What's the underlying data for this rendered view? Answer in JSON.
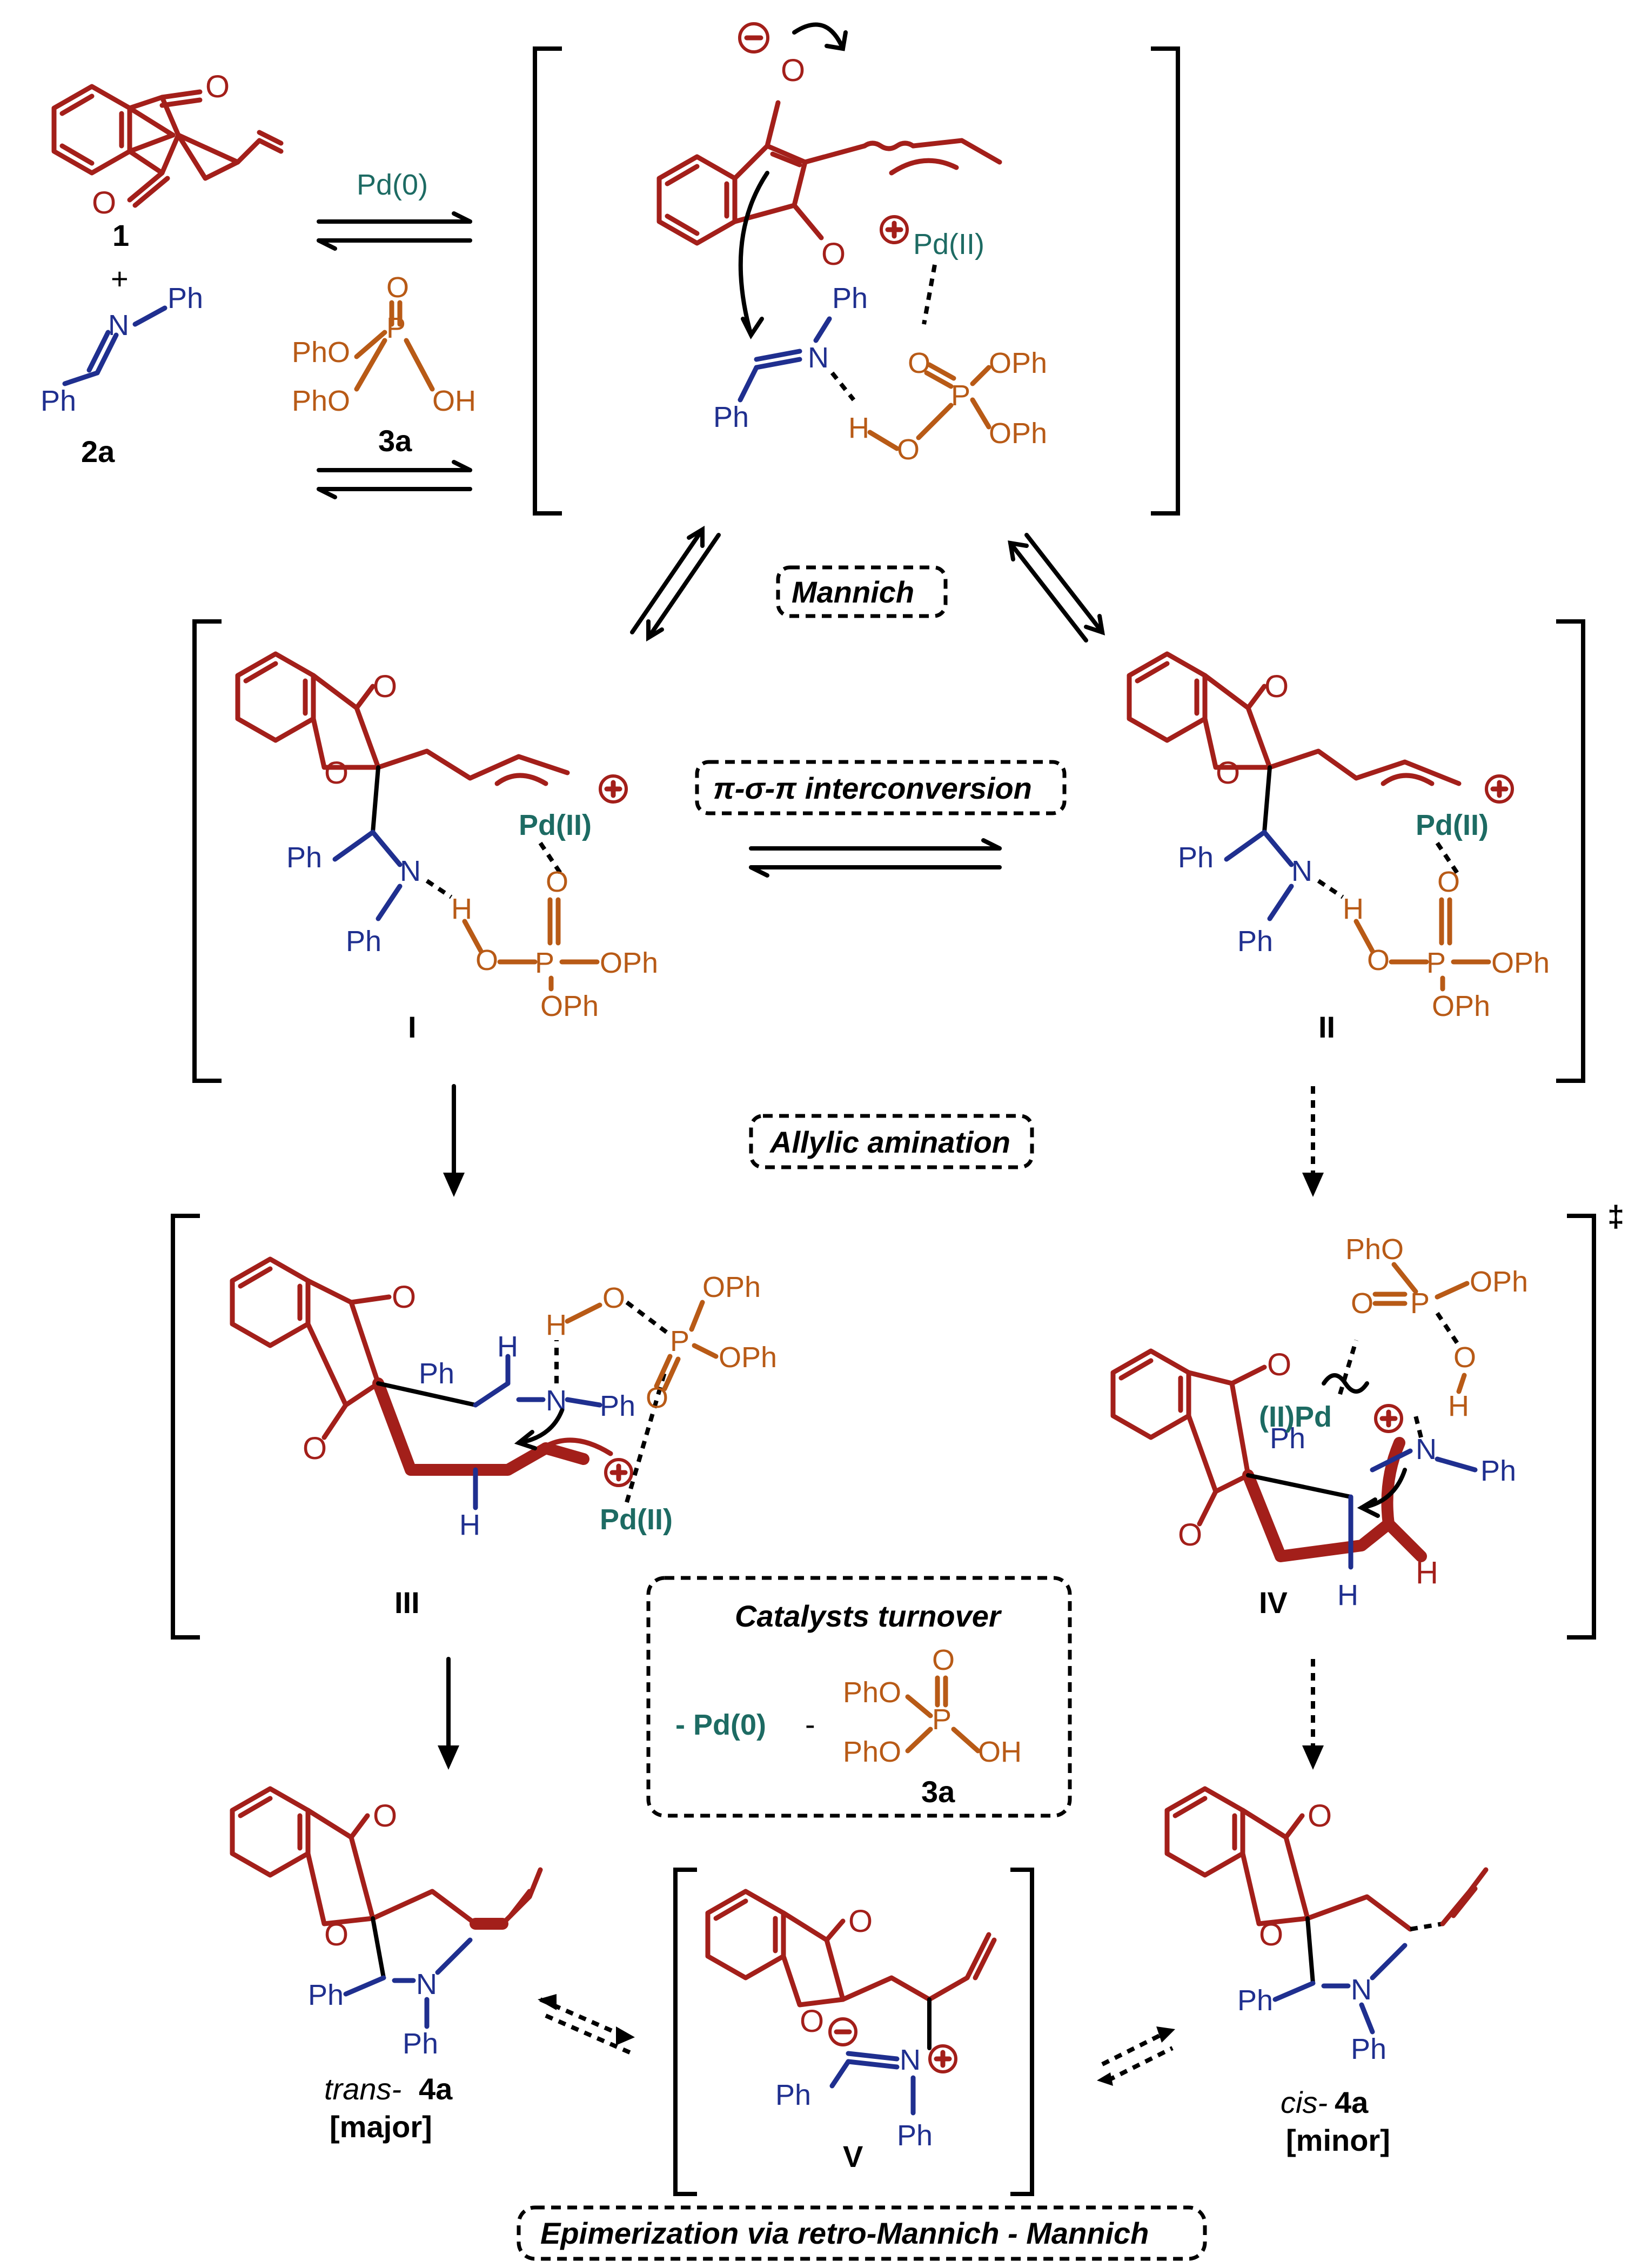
{
  "reagents": {
    "catalyst": "Pd(0)",
    "acid_label": "3a",
    "compound_1": "1",
    "compound_2a": "2a",
    "plus": "+"
  },
  "atoms": {
    "O": "O",
    "N": "N",
    "P": "P",
    "H": "H",
    "Ph": "Ph",
    "PhO": "PhO",
    "OPh": "OPh",
    "OH": "OH",
    "PdII": "Pd(II)",
    "PdII_alt": "(II)Pd"
  },
  "steps": {
    "mannich": "Mannich",
    "interconversion": "π-σ-π interconversion",
    "allylic_amination": "Allylic amination",
    "turnover_title": "Catalysts turnover",
    "turnover_pd": "- Pd(0)",
    "turnover_dash": "-",
    "turnover_acid_label": "3a",
    "epimerization": "Epimerization via retro-Mannich - Mannich"
  },
  "intermediates": {
    "I": "I",
    "II": "II",
    "III": "III",
    "IV": "IV",
    "V": "V",
    "ts_mark": "‡"
  },
  "products": {
    "trans_prefix": "trans-",
    "trans_label": "4a",
    "trans_note": "[major]",
    "cis_prefix": "cis-",
    "cis_label": "4a",
    "cis_note": "[minor]"
  },
  "colors": {
    "substrate": "#a31f1a",
    "imine": "#1f2f8f",
    "phosphoric_acid": "#b85a16",
    "palladium": "#1d6b63"
  }
}
